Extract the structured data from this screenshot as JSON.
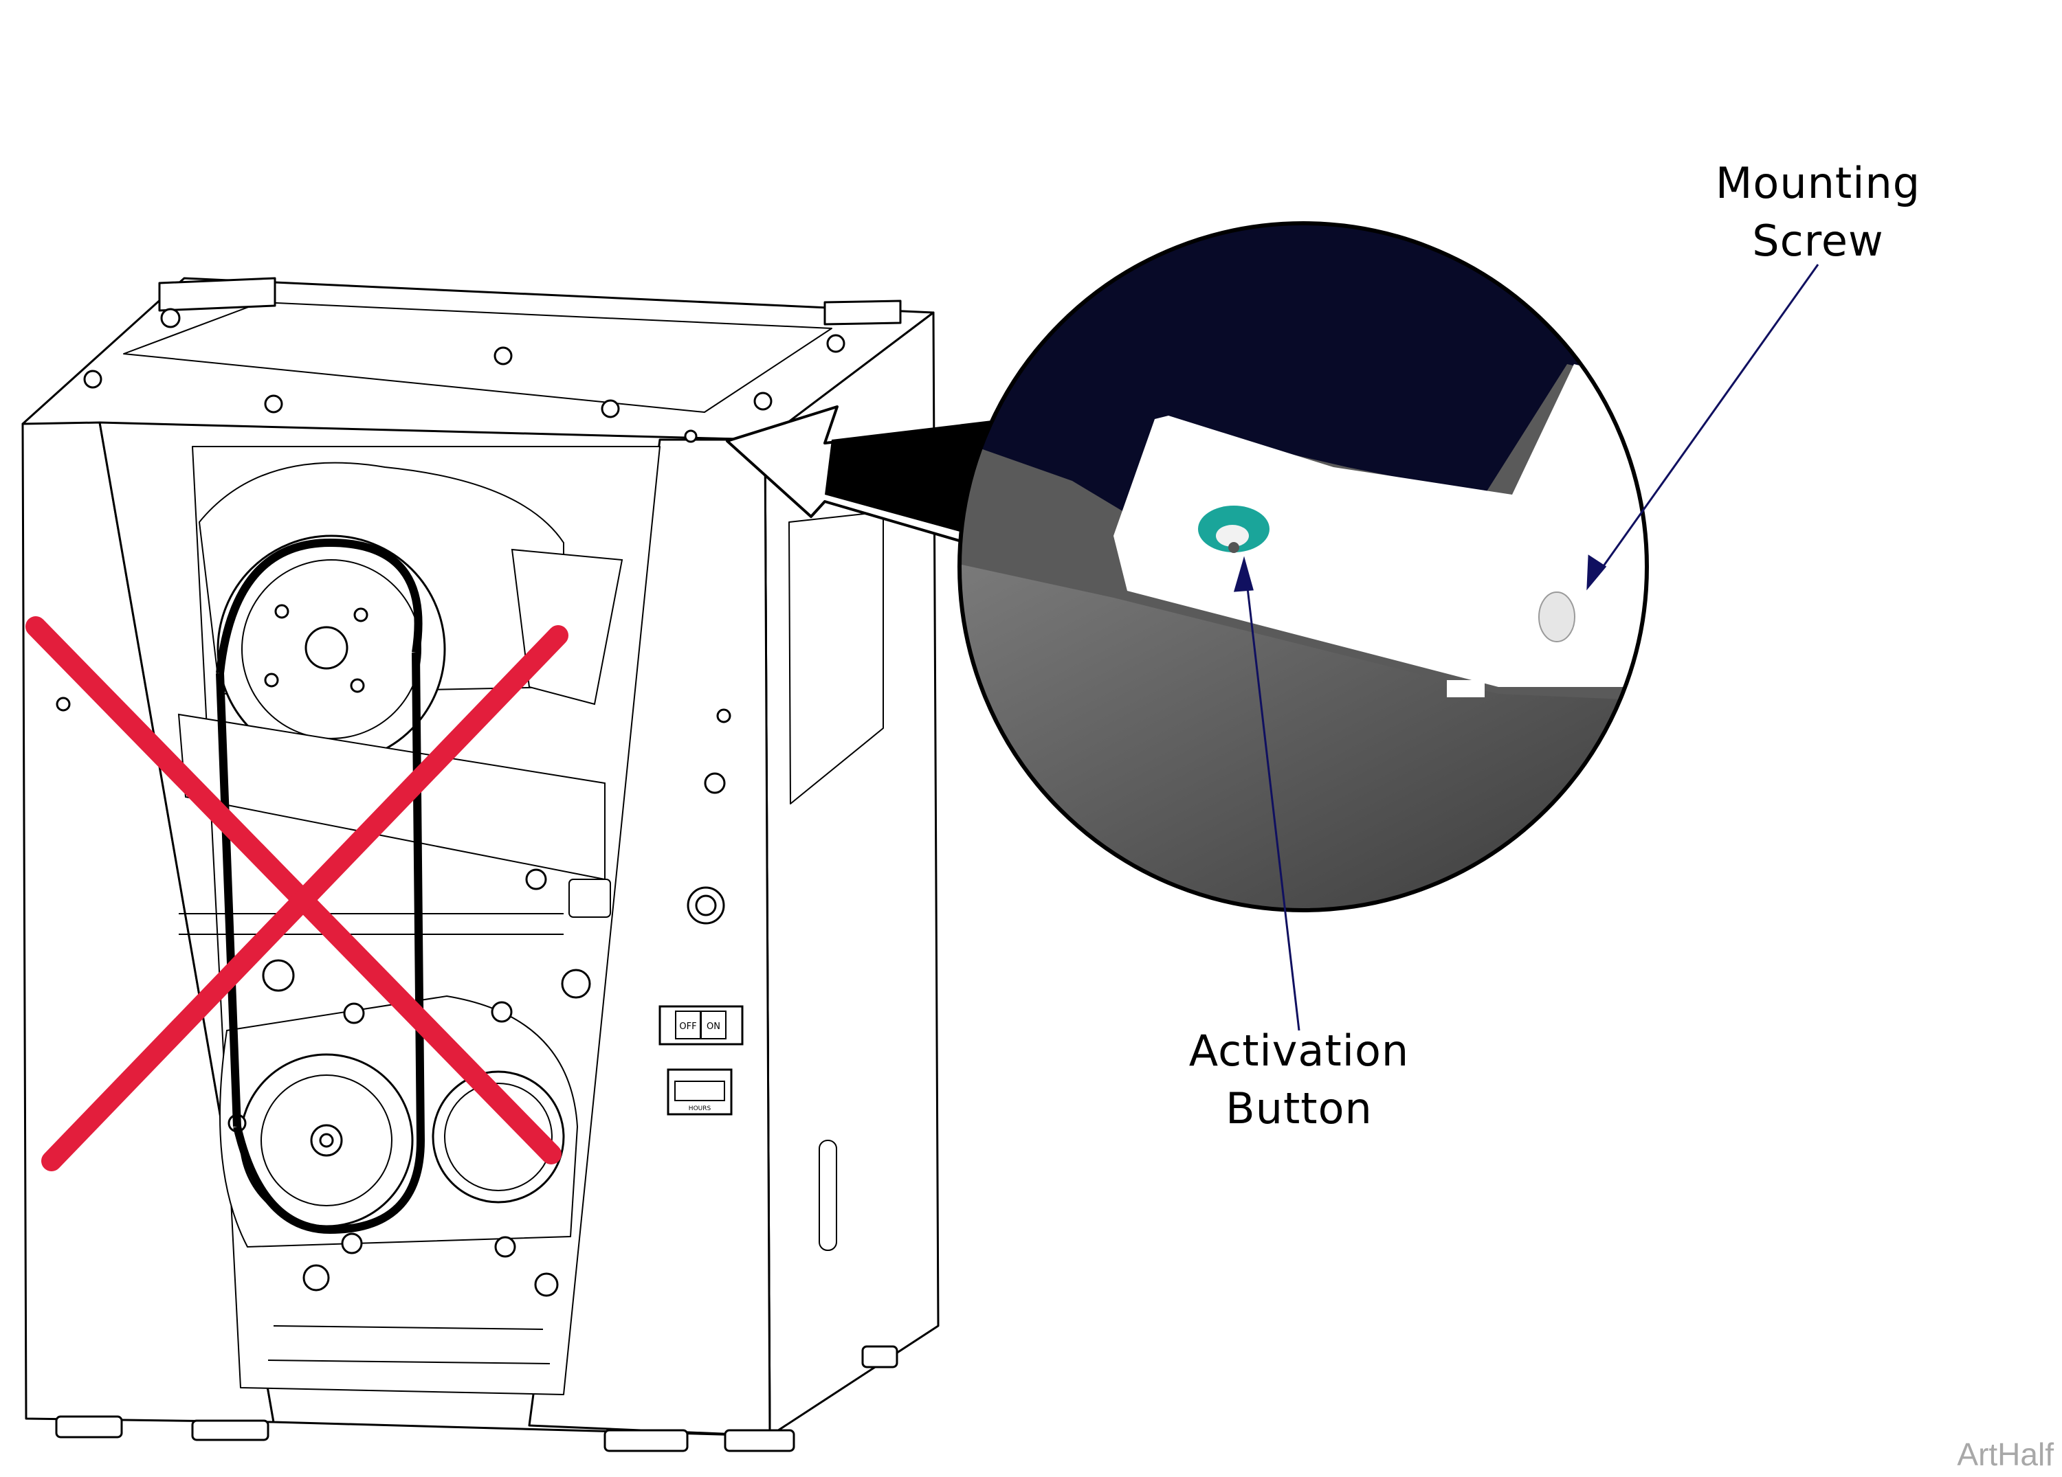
{
  "callouts": {
    "mounting_screw": "Mounting\nScrew",
    "activation_button": "Activation\nButton"
  },
  "switch": {
    "off": "OFF",
    "on": "ON"
  },
  "meter_caption": "HOURS",
  "watermark": "ArtHalf",
  "colors": {
    "cross": "#e31e3c",
    "callout_line": "#101060",
    "zoom_dark": "#080a28",
    "button_teal": "#1aa59a",
    "outline": "#000000"
  },
  "icons": {
    "crossed_out": "red-x-icon",
    "zoom": "magnifier-inset"
  }
}
